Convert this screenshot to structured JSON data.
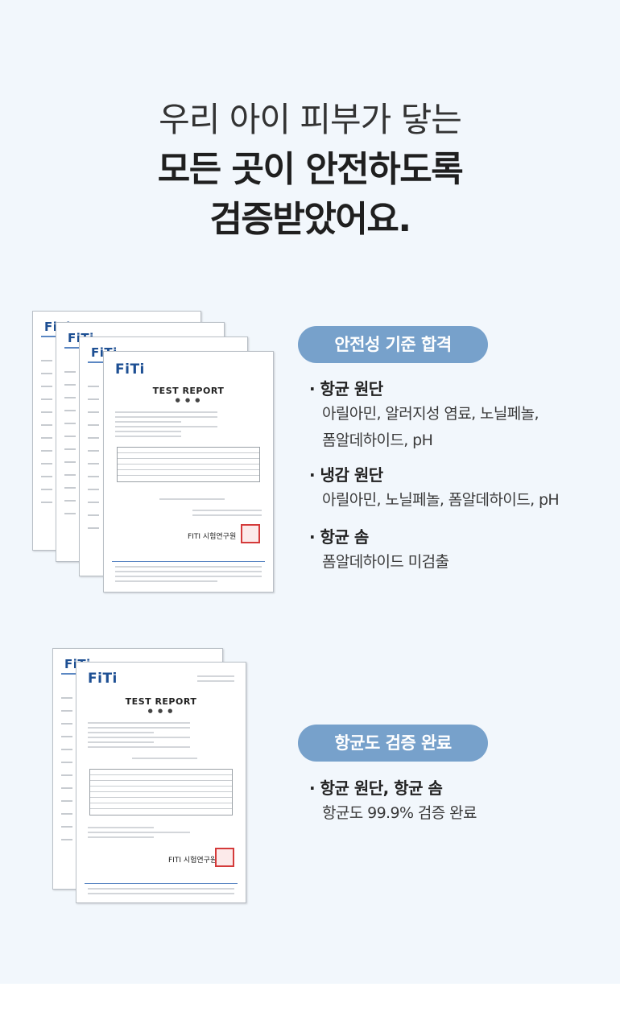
{
  "headline": {
    "line1": "우리 아이 피부가 닿는",
    "line2": "모든 곳이 안전하도록",
    "line3": "검증받았어요."
  },
  "doc": {
    "logo": "FiTi",
    "report_title": "TEST REPORT",
    "institute": "FITI 시험연구원"
  },
  "section1": {
    "badge": "안전성 기준 합격",
    "items": [
      {
        "title": "· 항균 원단",
        "lines": [
          "아릴아민, 알러지성 염료, 노닐페놀,",
          "폼알데하이드, pH"
        ]
      },
      {
        "title": "· 냉감 원단",
        "lines": [
          "아릴아민, 노닐페놀, 폼알데하이드, pH"
        ]
      },
      {
        "title": "· 항균 솜",
        "lines": [
          "폼알데하이드 미검출"
        ]
      }
    ]
  },
  "section2": {
    "badge": "항균도 검증 완료",
    "items": [
      {
        "title": "· 항균 원단, 항균 솜",
        "lines": [
          "항균도 99.9% 검증 완료"
        ]
      }
    ]
  },
  "colors": {
    "badge": "#77a1cb",
    "panel_bg": "#f2f7fc",
    "logo_blue": "#1d4f93"
  }
}
